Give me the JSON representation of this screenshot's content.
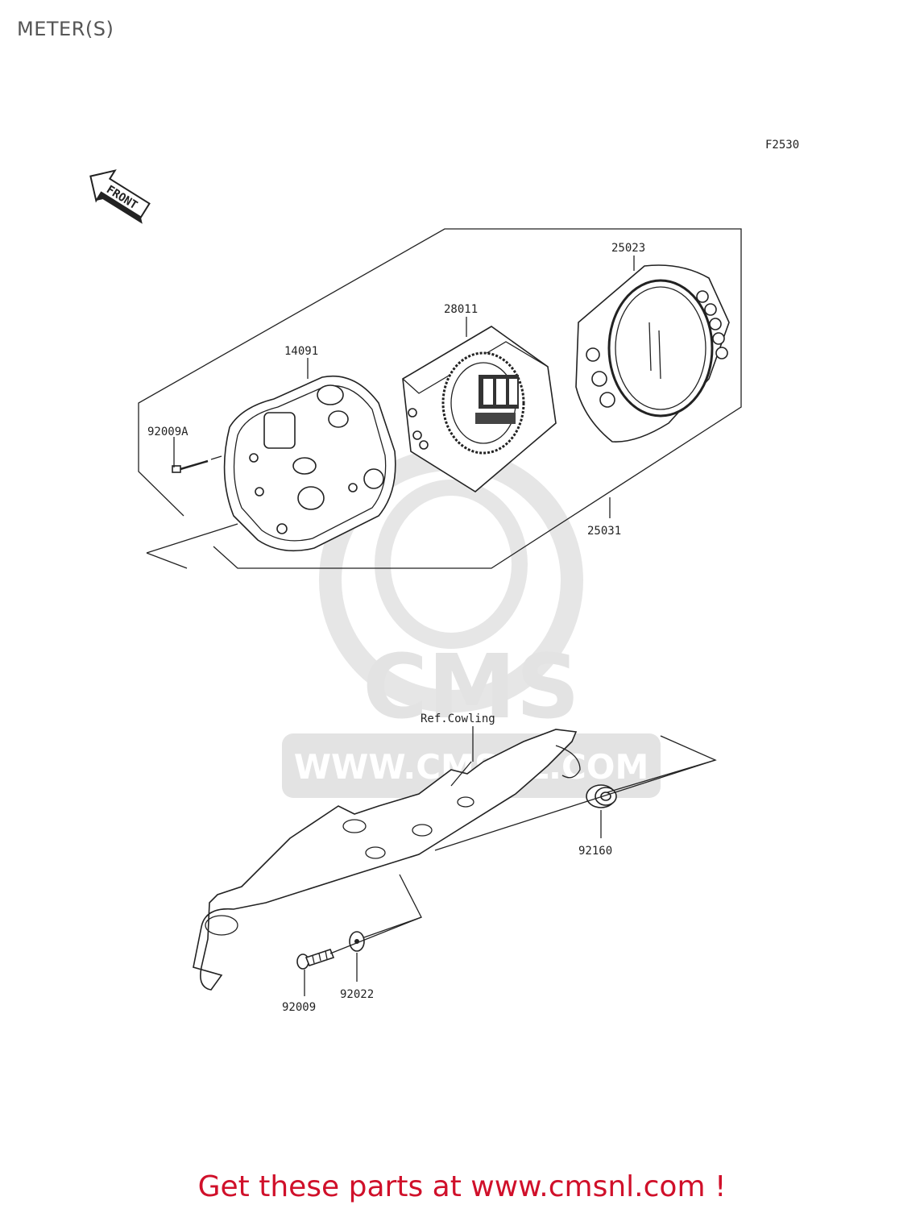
{
  "title": "METER(S)",
  "diagram_code": "F2530",
  "front_label": "FRONT",
  "watermark": {
    "brand": "CMS",
    "url": "WWW.CMSNL.COM"
  },
  "parts": [
    {
      "id": "25023"
    },
    {
      "id": "28011"
    },
    {
      "id": "14091"
    },
    {
      "id": "92009A"
    },
    {
      "id": "25031"
    },
    {
      "id": "Ref.Cowling"
    },
    {
      "id": "92160"
    },
    {
      "id": "92022"
    },
    {
      "id": "92009"
    }
  ],
  "footer": "Get these parts at www.cmsnl.com !",
  "colors": {
    "footer": "#d0102a",
    "title": "#555555",
    "watermark": "#e3e3e3"
  }
}
